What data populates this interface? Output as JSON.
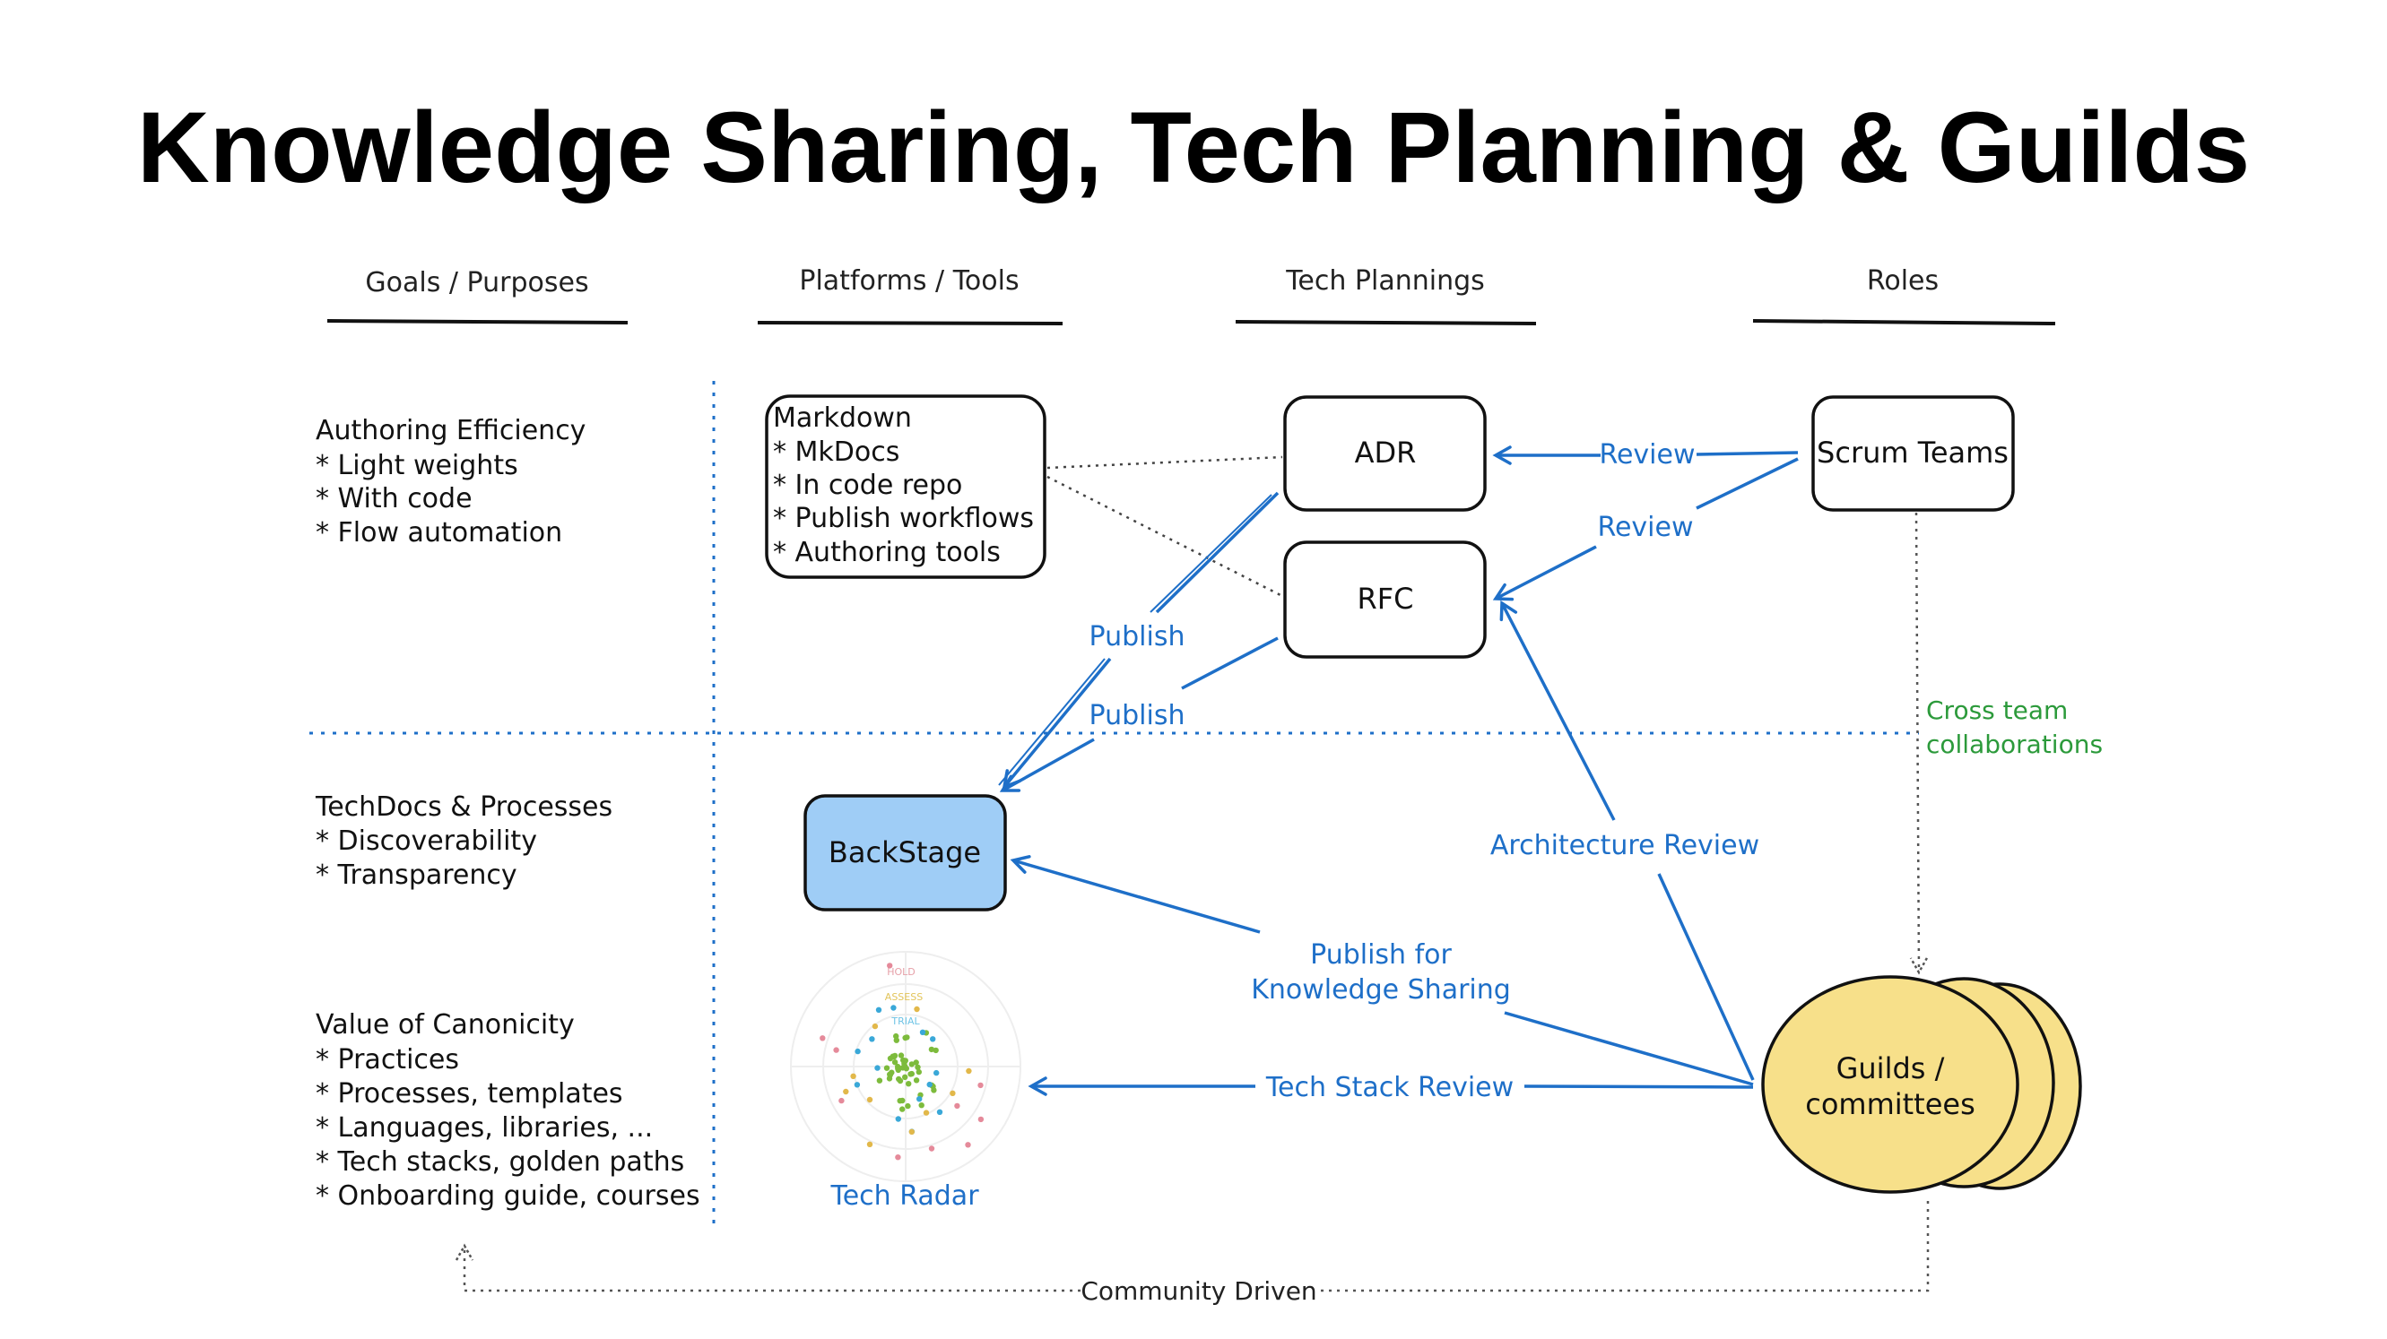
{
  "title": "Knowledge Sharing, Tech Planning & Guilds",
  "columns": {
    "goals": "Goals / Purposes",
    "platforms": "Platforms / Tools",
    "planning": "Tech Plannings",
    "roles": "Roles"
  },
  "goals": [
    {
      "heading": "Authoring Efficiency",
      "items": [
        "* Light weights",
        "* With code",
        "* Flow automation"
      ]
    },
    {
      "heading": "TechDocs & Processes",
      "items": [
        "* Discoverability",
        "* Transparency"
      ]
    },
    {
      "heading": "Value of Canonicity",
      "items": [
        "* Practices",
        "* Processes, templates",
        "* Languages, libraries, ...",
        "* Tech stacks, golden paths",
        "* Onboarding guide, courses"
      ]
    }
  ],
  "markdown_box": {
    "heading": "Markdown",
    "items": [
      "* MkDocs",
      "* In code repo",
      "* Publish workflows",
      "* Authoring tools"
    ]
  },
  "boxes": {
    "adr": "ADR",
    "rfc": "RFC",
    "scrum": "Scrum Teams",
    "backstage": "BackStage",
    "guilds_line1": "Guilds /",
    "guilds_line2": "committees",
    "tech_radar": "Tech Radar"
  },
  "radar_rings": [
    "HOLD",
    "ASSESS",
    "TRIAL"
  ],
  "edges": {
    "review_adr": "Review",
    "review_rfc": "Review",
    "publish_adr": "Publish",
    "publish_rfc": "Publish",
    "arch_review": "Architecture Review",
    "publish_ks_line1": "Publish for",
    "publish_ks_line2": "Knowledge Sharing",
    "tech_stack_review": "Tech Stack Review",
    "cross_team_line1": "Cross team",
    "cross_team_line2": "collaborations",
    "community": "Community Driven"
  },
  "colors": {
    "accent_blue": "#1e6fc8",
    "backstage_fill": "#9fcdf6",
    "guilds_fill": "#f7e08a",
    "cross_team_green": "#2c9a3b"
  }
}
